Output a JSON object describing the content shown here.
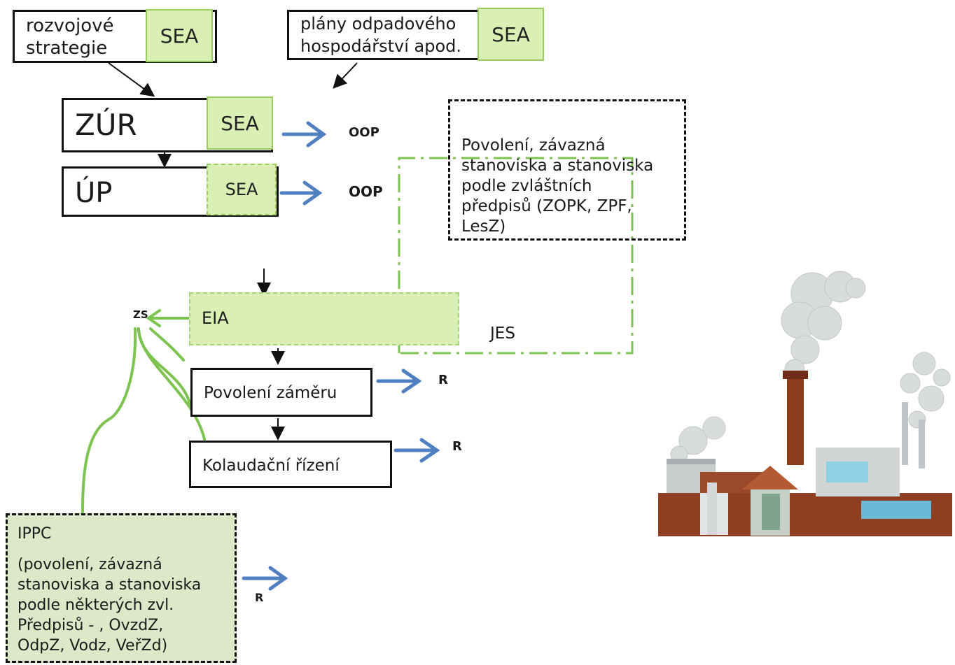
{
  "strategies": {
    "line1": "rozvojové",
    "line2": "strategie",
    "sea": "SEA"
  },
  "waste_plans": {
    "line1": "plány odpadového",
    "line2": "hospodářství apod.",
    "sea": "SEA"
  },
  "zur": {
    "label": "ZÚR",
    "sea": "SEA",
    "oop": "OOP"
  },
  "up": {
    "label": "ÚP",
    "sea": "SEA",
    "oop": "OOP"
  },
  "special_permits": {
    "lines": [
      "Povolení, závazná",
      "stanoviska a stanoviska",
      "podle zvláštních",
      "předpisů (ZOPK, ZPF,",
      "LesZ)"
    ]
  },
  "eia": {
    "label": "EIA",
    "zs": "ZS"
  },
  "jes": {
    "label": "JES"
  },
  "povoleni_zameru": {
    "label": "Povolení záměru",
    "r": "R"
  },
  "kolaudacni": {
    "label": "Kolaudační řízení",
    "r": "R"
  },
  "ippc": {
    "title": "IPPC",
    "lines": [
      "(povolení, závazná",
      "stanoviska a stanoviska",
      "podle některých zvl.",
      "Předpisů - , OvzdZ,",
      "OdpZ, Vodz, VeřZd)"
    ],
    "r": "R"
  },
  "colors": {
    "sea_fill": "#d9efb3",
    "green": "#7dc34f",
    "blue_arrow": "#4f7fc0",
    "ippc_fill": "#dde8c9"
  }
}
